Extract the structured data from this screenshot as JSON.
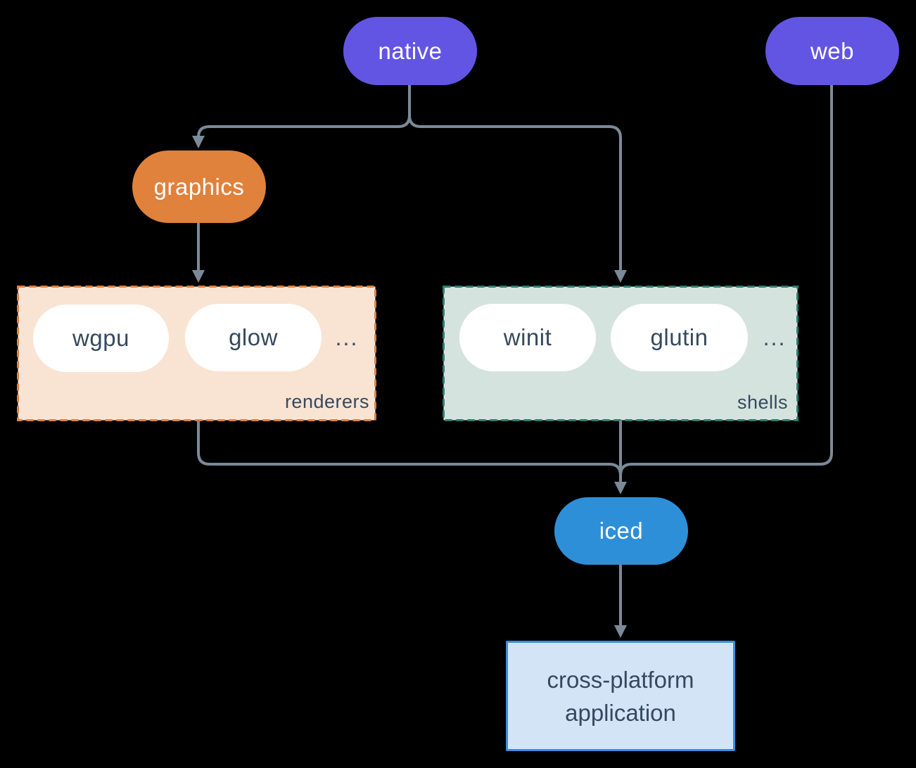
{
  "colors": {
    "background": "#000000",
    "connector": "#7b8a99",
    "native_web_node": "#6355e3",
    "graphics_node": "#e0813c",
    "iced_node": "#2e8fd9",
    "renderers_group_fill": "#f9e4d4",
    "renderers_group_border": "#e0823e",
    "shells_group_fill": "#d5e3de",
    "shells_group_border": "#2e7d70",
    "app_box_fill": "#d4e4f7",
    "app_box_border": "#3a8ede",
    "dark_text": "#35495e",
    "light_text": "#ffffff"
  },
  "nodes": {
    "native": "native",
    "web": "web",
    "graphics": "graphics",
    "iced": "iced",
    "app": "cross-platform application"
  },
  "groups": {
    "renderers": {
      "label": "renderers",
      "items": [
        "wgpu",
        "glow"
      ],
      "ellipsis": "..."
    },
    "shells": {
      "label": "shells",
      "items": [
        "winit",
        "glutin"
      ],
      "ellipsis": "..."
    }
  }
}
